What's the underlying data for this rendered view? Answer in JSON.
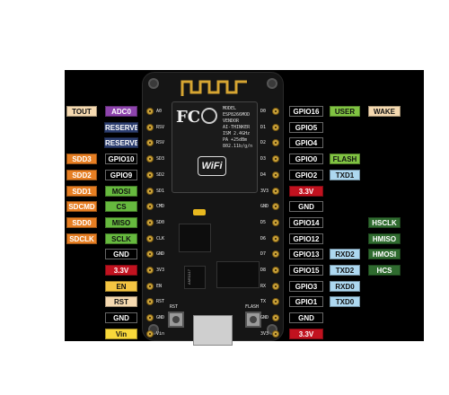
{
  "colors": {
    "background": "#ffffff",
    "panel": "#000000",
    "board": "#151515",
    "module": "#1b1b1b",
    "antenna": "#d6a532",
    "gpio": "#000000",
    "power": "#c1121f",
    "gnd": "#000000",
    "adc": "#8e44ad",
    "reserved": "#2c3e70",
    "sdio": "#e67e22",
    "spi": "#66b93e",
    "uart": "#add8f0",
    "hspi": "#2f6b2f",
    "en": "#f4c542",
    "vin": "#f7d83a",
    "misc_beige": "#f5d9b0",
    "user_green": "#80c342"
  },
  "left_pins": [
    {
      "outer": "TOUT",
      "outer_color": "misc_beige",
      "inner": "ADC0",
      "inner_color": "adc"
    },
    {
      "outer": "",
      "outer_color": "",
      "inner": "RESERVED",
      "inner_color": "reserved"
    },
    {
      "outer": "",
      "outer_color": "",
      "inner": "RESERVED",
      "inner_color": "reserved"
    },
    {
      "outer": "SDD3",
      "outer_color": "sdio",
      "inner": "GPIO10",
      "inner_color": "gpio"
    },
    {
      "outer": "SDD2",
      "outer_color": "sdio",
      "inner": "GPIO9",
      "inner_color": "gpio"
    },
    {
      "outer": "SDD1",
      "outer_color": "sdio",
      "inner": "MOSI",
      "inner_color": "spi"
    },
    {
      "outer": "SDCMD",
      "outer_color": "sdio",
      "inner": "CS",
      "inner_color": "spi"
    },
    {
      "outer": "SDD0",
      "outer_color": "sdio",
      "inner": "MISO",
      "inner_color": "spi"
    },
    {
      "outer": "SDCLK",
      "outer_color": "sdio",
      "inner": "SCLK",
      "inner_color": "spi"
    },
    {
      "outer": "",
      "outer_color": "",
      "inner": "GND",
      "inner_color": "gnd"
    },
    {
      "outer": "",
      "outer_color": "",
      "inner": "3.3V",
      "inner_color": "power"
    },
    {
      "outer": "",
      "outer_color": "",
      "inner": "EN",
      "inner_color": "en"
    },
    {
      "outer": "",
      "outer_color": "",
      "inner": "RST",
      "inner_color": "misc_beige"
    },
    {
      "outer": "",
      "outer_color": "",
      "inner": "GND",
      "inner_color": "gnd"
    },
    {
      "outer": "",
      "outer_color": "",
      "inner": "Vin",
      "inner_color": "vin"
    }
  ],
  "right_pins": [
    {
      "inner": "GPIO16",
      "inner_color": "gpio",
      "mid": "USER",
      "mid_color": "user_green",
      "outer": "WAKE",
      "outer_color": "misc_beige"
    },
    {
      "inner": "GPIO5",
      "inner_color": "gpio",
      "mid": "",
      "mid_color": "",
      "outer": "",
      "outer_color": ""
    },
    {
      "inner": "GPIO4",
      "inner_color": "gpio",
      "mid": "",
      "mid_color": "",
      "outer": "",
      "outer_color": ""
    },
    {
      "inner": "GPIO0",
      "inner_color": "gpio",
      "mid": "FLASH",
      "mid_color": "user_green",
      "outer": "",
      "outer_color": ""
    },
    {
      "inner": "GPIO2",
      "inner_color": "gpio",
      "mid": "TXD1",
      "mid_color": "uart",
      "outer": "",
      "outer_color": ""
    },
    {
      "inner": "3.3V",
      "inner_color": "power",
      "mid": "",
      "mid_color": "",
      "outer": "",
      "outer_color": ""
    },
    {
      "inner": "GND",
      "inner_color": "gnd",
      "mid": "",
      "mid_color": "",
      "outer": "",
      "outer_color": ""
    },
    {
      "inner": "GPIO14",
      "inner_color": "gpio",
      "mid": "",
      "mid_color": "",
      "outer": "HSCLK",
      "outer_color": "hspi"
    },
    {
      "inner": "GPIO12",
      "inner_color": "gpio",
      "mid": "",
      "mid_color": "",
      "outer": "HMISO",
      "outer_color": "hspi"
    },
    {
      "inner": "GPIO13",
      "inner_color": "gpio",
      "mid": "RXD2",
      "mid_color": "uart",
      "outer": "HMOSI",
      "outer_color": "hspi"
    },
    {
      "inner": "GPIO15",
      "inner_color": "gpio",
      "mid": "TXD2",
      "mid_color": "uart",
      "outer": "HCS",
      "outer_color": "hspi"
    },
    {
      "inner": "GPIO3",
      "inner_color": "gpio",
      "mid": "RXD0",
      "mid_color": "uart",
      "outer": "",
      "outer_color": ""
    },
    {
      "inner": "GPIO1",
      "inner_color": "gpio",
      "mid": "TXD0",
      "mid_color": "uart",
      "outer": "",
      "outer_color": ""
    },
    {
      "inner": "GND",
      "inner_color": "gnd",
      "mid": "",
      "mid_color": "",
      "outer": "",
      "outer_color": ""
    },
    {
      "inner": "3.3V",
      "inner_color": "power",
      "mid": "",
      "mid_color": "",
      "outer": "",
      "outer_color": ""
    }
  ],
  "board": {
    "module_text": [
      "MODEL",
      "ESP8266MOD",
      "VENDOR",
      "AI-THINKER",
      "ISM 2.4GHz",
      "PA +25dBm",
      "802.11b/g/n"
    ],
    "fc_mark": "FC",
    "wifi_mark": "WiFi",
    "left_header_silk": [
      "A0",
      "RSV",
      "RSV",
      "SD3",
      "SD2",
      "SD1",
      "CMD",
      "SD0",
      "CLK",
      "GND",
      "3V3",
      "EN",
      "RST",
      "GND",
      "Vin"
    ],
    "right_header_silk": [
      "D0",
      "D1",
      "D2",
      "D3",
      "D4",
      "3V3",
      "GND",
      "D5",
      "D6",
      "D7",
      "D8",
      "RX",
      "TX",
      "GND",
      "3V3"
    ],
    "chip_text": "AMS1117",
    "button_left": "RST",
    "button_right": "FLASH"
  }
}
